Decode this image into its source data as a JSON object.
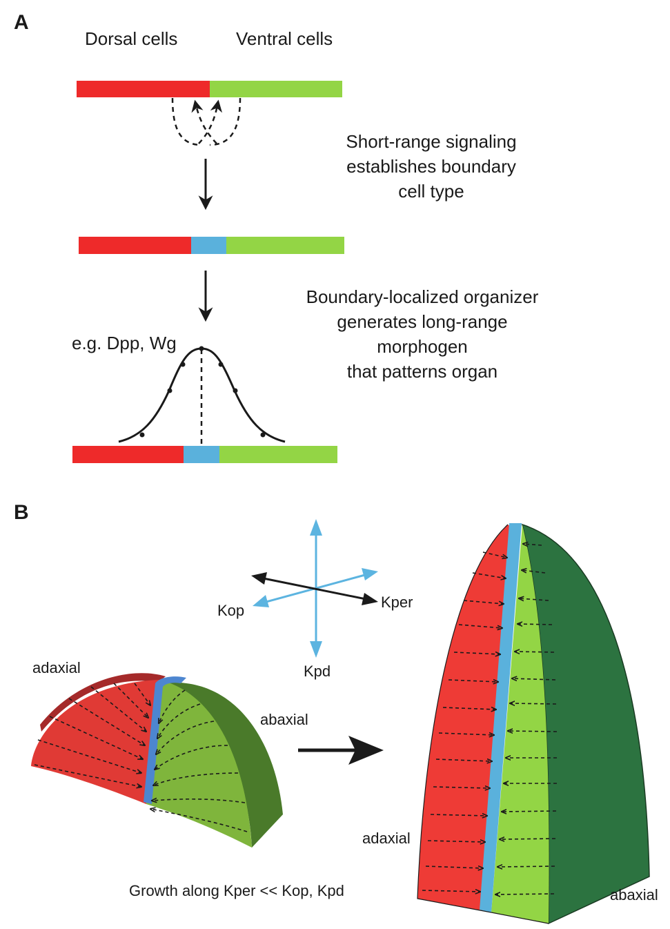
{
  "panel_a": {
    "letter": "A",
    "dorsal_label": "Dorsal cells",
    "ventral_label": "Ventral cells",
    "step1_lines": [
      "Short-range signaling",
      "establishes boundary",
      "cell type"
    ],
    "step2_lines": [
      "Boundary-localized organizer",
      "generates long-range",
      "morphogen",
      "that patterns organ"
    ],
    "morphogen_example": "e.g. Dpp, Wg"
  },
  "panel_b": {
    "letter": "B",
    "axes": {
      "kop": "Kop",
      "kper": "Kper",
      "kpd": "Kpd"
    },
    "adaxial_left": "adaxial",
    "abaxial_left": "abaxial",
    "adaxial_right": "adaxial",
    "abaxial_right": "abaxial",
    "growth_caption": "Growth along Kper << Kop, Kpd"
  },
  "colors": {
    "dorsal": "#ee2a2a",
    "ventral": "#93d545",
    "boundary": "#5ab1dc",
    "axis_blue": "#5cb4e0",
    "dark_green": "#2c7340"
  }
}
